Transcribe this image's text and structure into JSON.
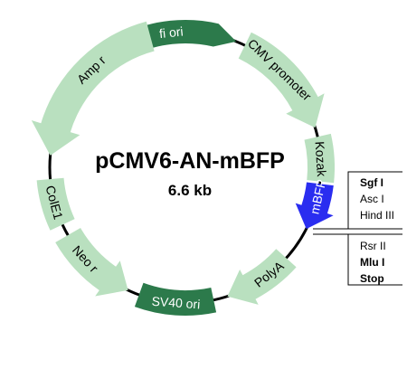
{
  "plasmid": {
    "name": "pCMV6-AN-mBFP",
    "size": "6.6 kb"
  },
  "features": [
    {
      "id": "f1-ori",
      "label": "fi ori",
      "color": "#2c7a4b",
      "text_color": "#ffffff"
    },
    {
      "id": "cmv-promoter",
      "label": "CMV promoter",
      "color": "#b9e0bf",
      "text_color": "#000000"
    },
    {
      "id": "kozak",
      "label": "Kozak",
      "color": "#b9e0bf",
      "text_color": "#000000"
    },
    {
      "id": "mbfp",
      "label": "mBFP",
      "color": "#2a2df0",
      "text_color": "#ffffff"
    },
    {
      "id": "polya",
      "label": "PolyA",
      "color": "#b9e0bf",
      "text_color": "#000000"
    },
    {
      "id": "sv40-ori",
      "label": "SV40 ori",
      "color": "#2c7a4b",
      "text_color": "#ffffff"
    },
    {
      "id": "neo-r",
      "label": "Neo r",
      "color": "#b9e0bf",
      "text_color": "#000000"
    },
    {
      "id": "cole1",
      "label": "ColE1",
      "color": "#b9e0bf",
      "text_color": "#000000"
    },
    {
      "id": "amp-r",
      "label": "Amp r",
      "color": "#b9e0bf",
      "text_color": "#000000"
    }
  ],
  "sites_upper": [
    {
      "label": "Sgf I",
      "bold": true
    },
    {
      "label": "Asc I",
      "bold": false
    },
    {
      "label": "Hind III",
      "bold": false
    }
  ],
  "sites_lower": [
    {
      "label": "Rsr II",
      "bold": false
    },
    {
      "label": "Mlu I",
      "bold": true
    },
    {
      "label": "Stop",
      "bold": true
    }
  ],
  "colors": {
    "backbone": "#000000",
    "light_feature": "#b9e0bf",
    "dark_feature": "#2c7a4b",
    "reporter": "#2a2df0"
  }
}
